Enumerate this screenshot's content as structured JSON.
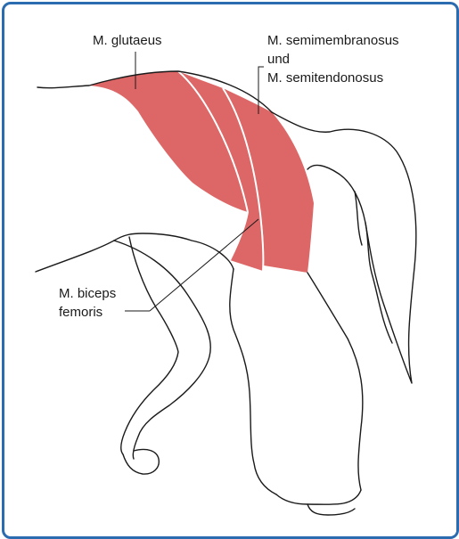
{
  "labels": {
    "glutaeus": "M. glutaeus",
    "semi_line1": "M. semimembranosus",
    "semi_line2": "und",
    "semi_line3": "M. semitendonosus",
    "biceps_line1": "M. biceps",
    "biceps_line2": "femoris"
  },
  "colors": {
    "frame": "#2b6cb0",
    "muscle": "#dd6666",
    "outline": "#1a1a1a"
  }
}
